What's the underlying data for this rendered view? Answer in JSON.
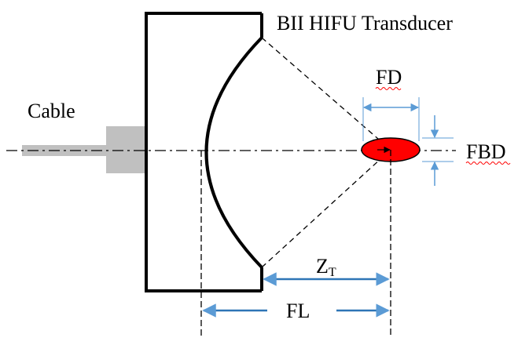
{
  "title": "BII HIFU Transducer",
  "labels": {
    "cable": "Cable",
    "fd": "FD",
    "fbd": "FBD",
    "zt_main": "Z",
    "zt_sub": "T",
    "fl": "FL"
  },
  "colors": {
    "line": "#000000",
    "cable": "#c0c0c0",
    "focal_zone": "#ff0000",
    "dimension_arrow": "#2e75b6",
    "spell_underline": "#ff0000"
  }
}
